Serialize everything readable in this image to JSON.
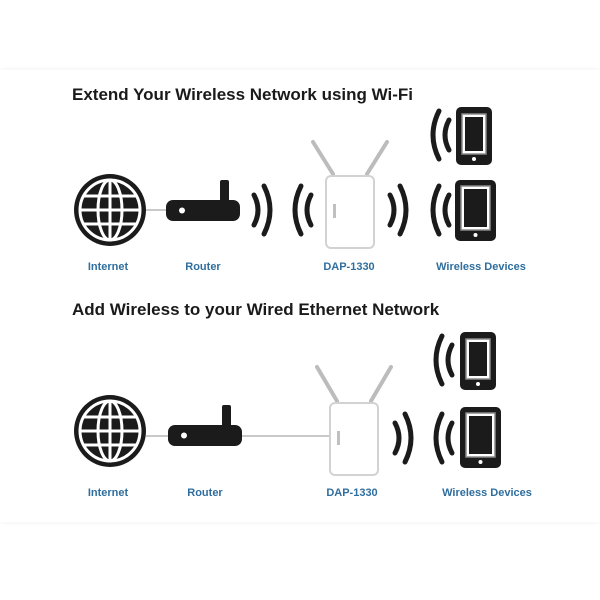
{
  "colors": {
    "label": "#2f6e9e",
    "dark": "#1b1b1b",
    "line": "#c9c9c9",
    "device_outline": "#d2d2d2"
  },
  "icons": [
    "globe-icon",
    "router-icon",
    "wifi-waves-icon",
    "extender-icon",
    "smartphone-icon",
    "tablet-icon"
  ],
  "sections": [
    {
      "title": "Extend Your Wireless Network using Wi-Fi",
      "connection": "wireless",
      "labels": {
        "internet": "Internet",
        "router": "Router",
        "extender": "DAP-1330",
        "devices": "Wireless Devices"
      }
    },
    {
      "title": "Add Wireless to your Wired Ethernet Network",
      "connection": "wired",
      "labels": {
        "internet": "Internet",
        "router": "Router",
        "extender": "DAP-1330",
        "devices": "Wireless Devices"
      }
    }
  ]
}
